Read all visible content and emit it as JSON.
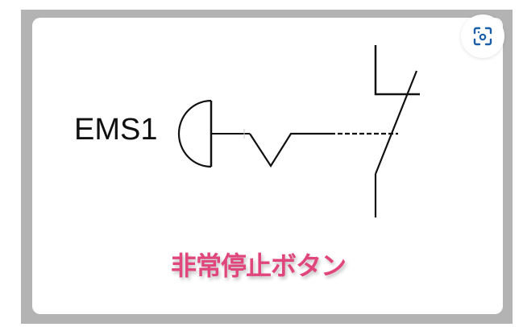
{
  "diagram": {
    "title": "非常停止ボタン",
    "symbol_label": "EMS1",
    "symbol_type": "emergency-stop-button-nc-contact",
    "colors": {
      "line": "#111111",
      "caption": "#e0457c",
      "frame": "#b3b3b3",
      "background": "#ffffff"
    }
  },
  "overlay": {
    "lens_button_icon": "visual-search-icon",
    "lens_icon_color": "#1a5fa8"
  }
}
